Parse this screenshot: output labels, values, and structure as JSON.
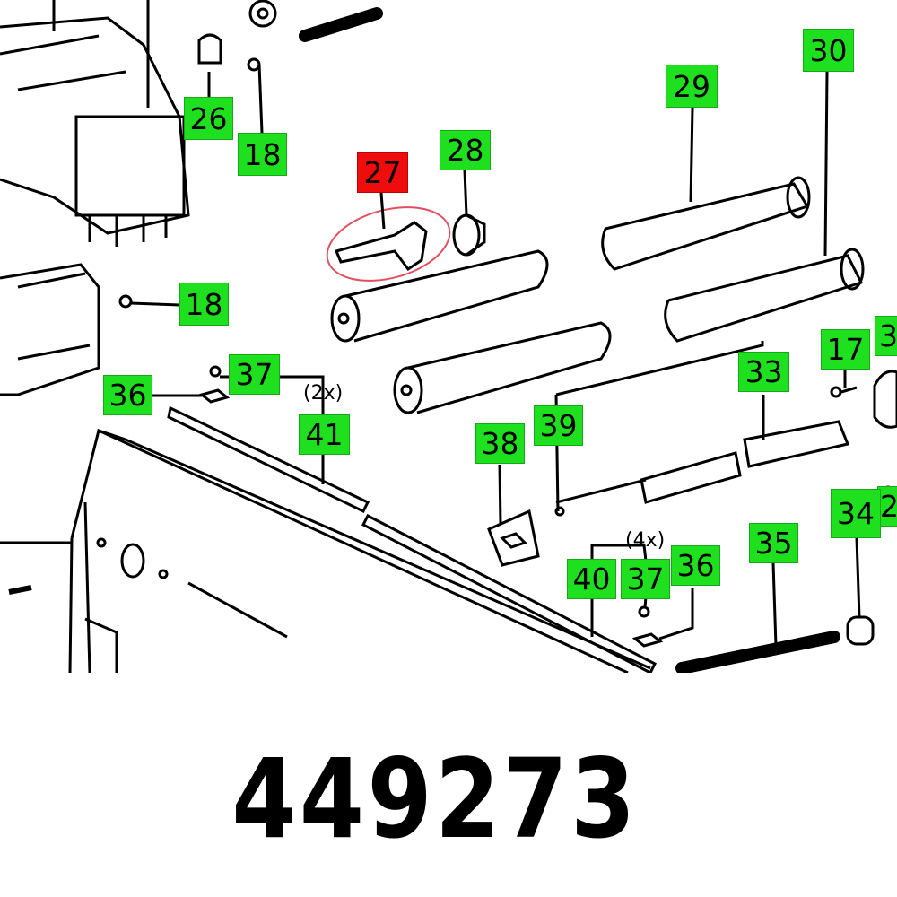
{
  "diagram": {
    "part_number": "449273",
    "highlighted_label": "27",
    "colors": {
      "label_bg": "#1ee01e",
      "highlight_bg": "#ee0c0c",
      "highlight_ring": "#e05060"
    },
    "labels": {
      "l26": "26",
      "l18a": "18",
      "l27": "27",
      "l28": "28",
      "l29": "29",
      "l30": "30",
      "l18b": "18",
      "l37a": "37",
      "l36a": "36",
      "l41": "41",
      "l39": "39",
      "l38": "38",
      "l33": "33",
      "l17": "17",
      "l3x": "3",
      "l2x": "2",
      "l34": "34",
      "l35": "35",
      "l40": "40",
      "l37b": "37",
      "l36b": "36"
    },
    "quantities": {
      "q2x": "(2x)",
      "q4x": "(4x)"
    }
  }
}
